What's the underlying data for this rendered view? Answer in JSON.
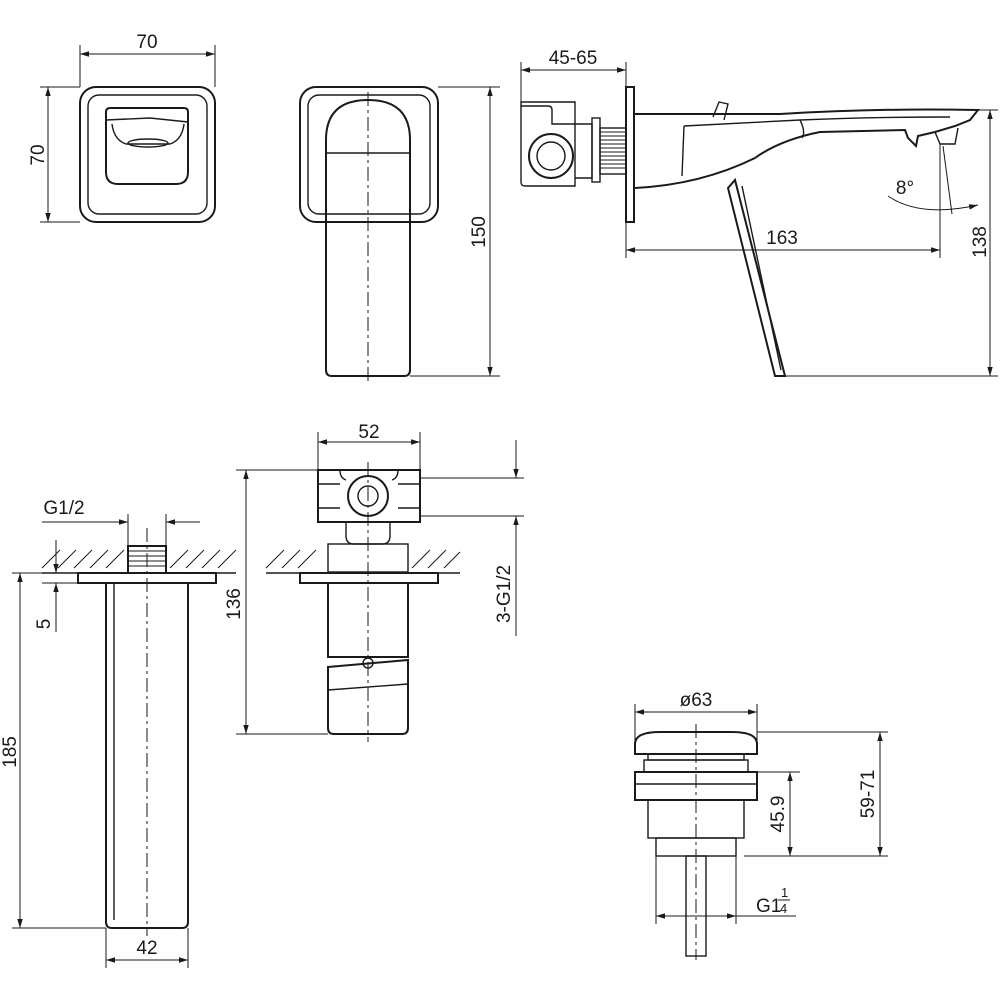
{
  "dimensions": {
    "plate_width": "70",
    "plate_height": "70",
    "spout_front_height": "150",
    "wall_depth": "45-65",
    "spout_reach": "163",
    "spout_angle": "8°",
    "overall_height": "138",
    "inlet_thread": "G1/2",
    "plate_thickness": "5",
    "spout_side_height": "185",
    "spout_width": "42",
    "box_width": "52",
    "box_height": "136",
    "box_connections": "3-G1/2",
    "waste_diameter": "ø63",
    "waste_height_range": "59-71",
    "waste_body_height": "45.9",
    "waste_thread_prefix": "G1",
    "waste_thread_num": "1",
    "waste_thread_den": "4"
  }
}
